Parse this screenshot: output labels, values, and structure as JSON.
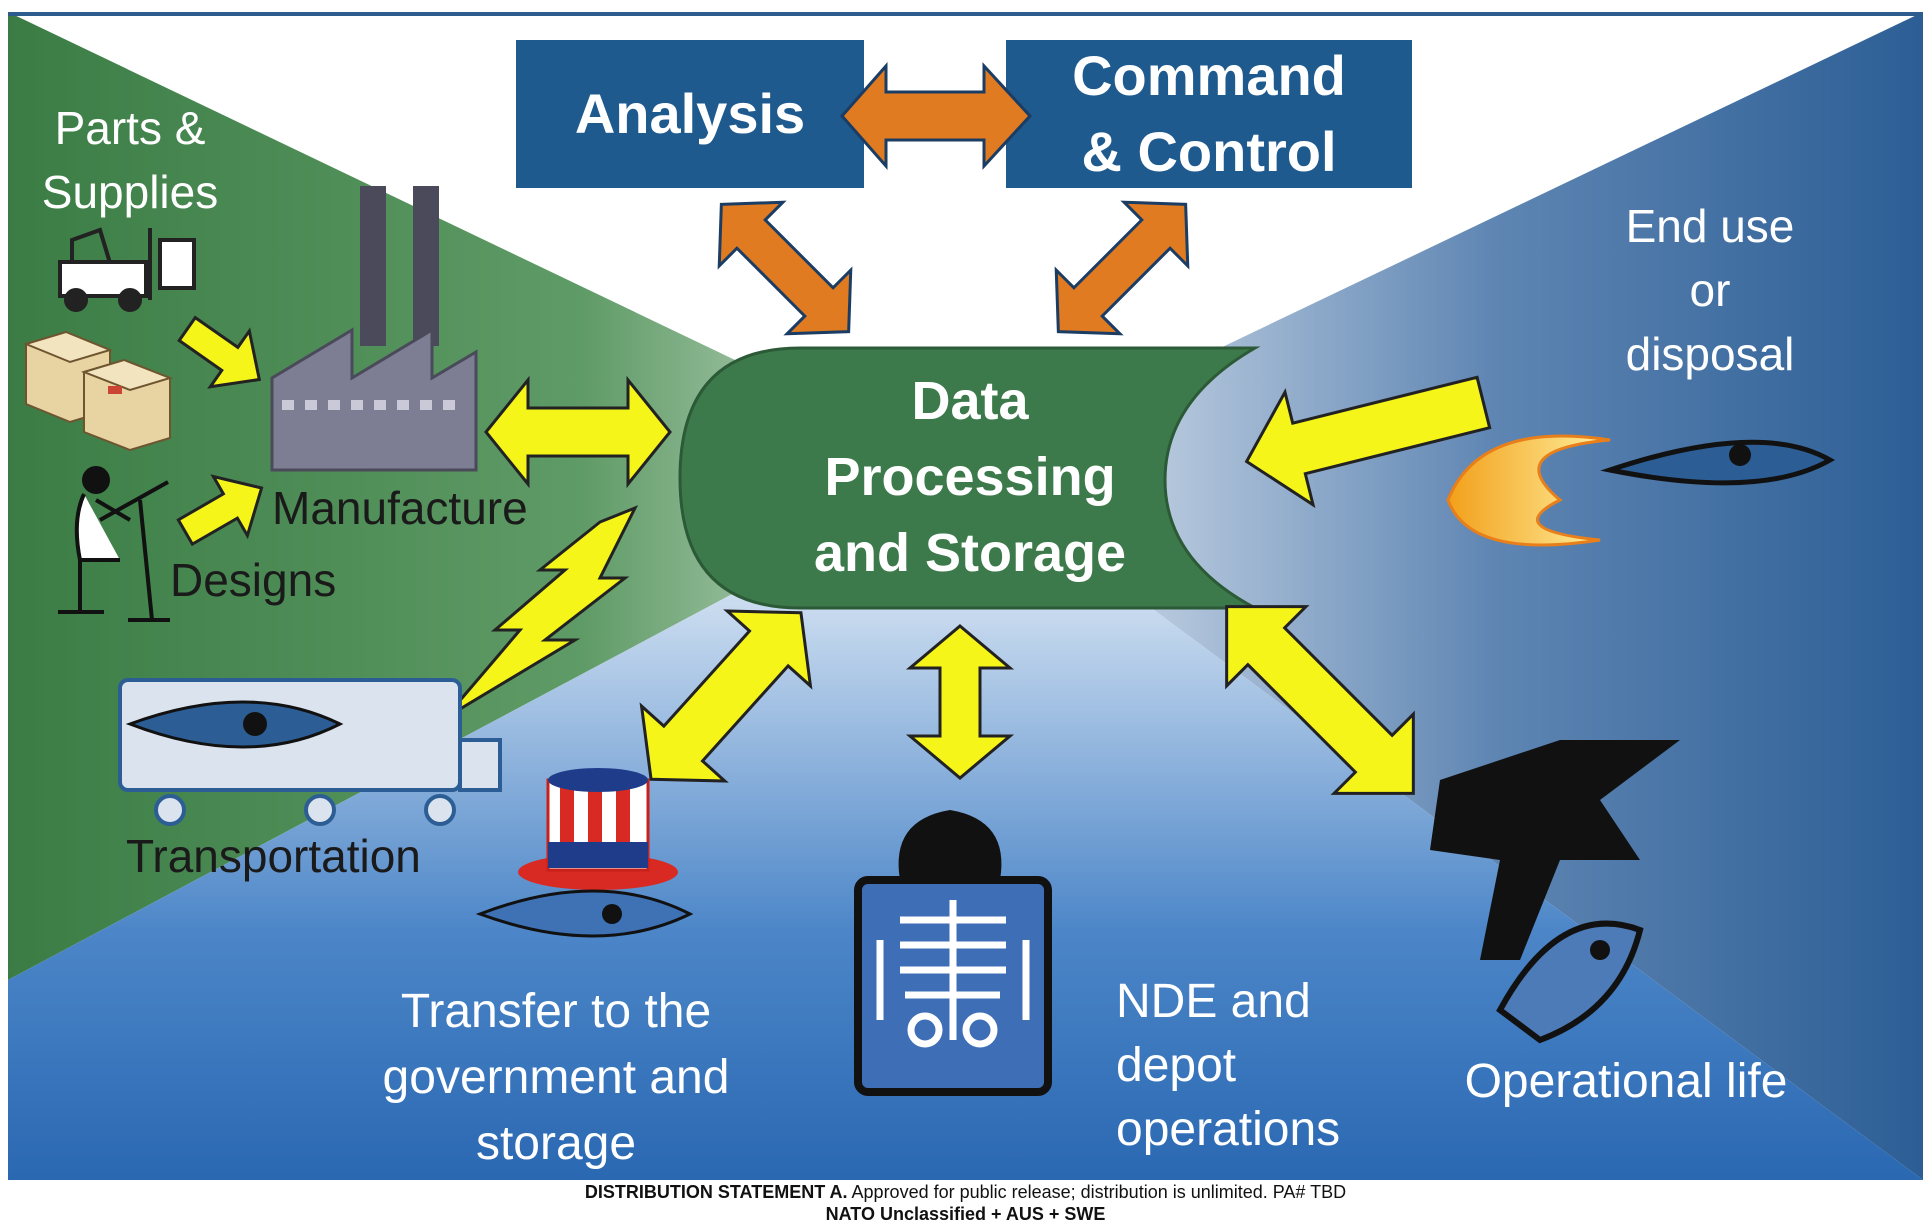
{
  "top_boxes": {
    "analysis": "Analysis",
    "command_line1": "Command",
    "command_line2": "& Control"
  },
  "center": {
    "line1": "Data",
    "line2": "Processing",
    "line3": "and Storage"
  },
  "labels": {
    "parts_line1": "Parts &",
    "parts_line2": "Supplies",
    "manufacture": "Manufacture",
    "designs": "Designs",
    "transportation": "Transportation",
    "end_use_line1": "End use",
    "end_use_line2": "or",
    "end_use_line3": "disposal",
    "transfer_line1": "Transfer to the",
    "transfer_line2": "government and",
    "transfer_line3": "storage",
    "nde_line1": "NDE and",
    "nde_line2": "depot",
    "nde_line3": "operations",
    "operational": "Operational life"
  },
  "footer": {
    "statement_bold": "DISTRIBUTION STATEMENT A.",
    "statement_rest": " Approved for public release; distribution is unlimited. PA# TBD",
    "classification": "NATO Unclassified + AUS + SWE"
  },
  "colors": {
    "box_blue": "#1f5a8e",
    "center_green": "#3d7a4b",
    "orange_arrow": "#e07b22",
    "yellow_arrow": "#f5f51a",
    "left_green": "#3e8048",
    "right_blue": "#2c5e95",
    "bottom_blue": "#2d6bb3"
  }
}
